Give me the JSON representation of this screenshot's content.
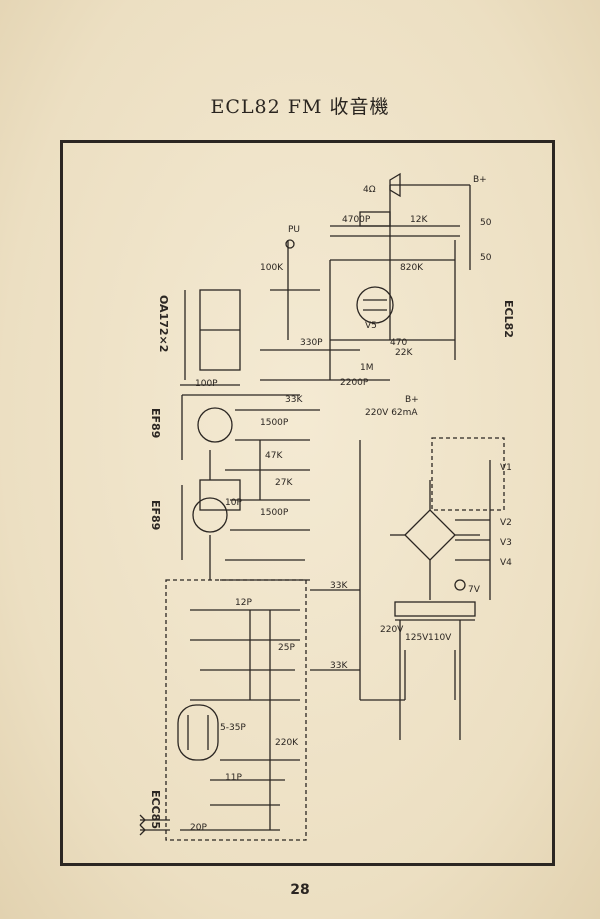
{
  "title": "ECL82 FM 收音機",
  "page_number": "28",
  "tubes": {
    "ecc85": "ECC85",
    "ef89_1": "EF89",
    "ef89_2": "EF89",
    "ecl82": "ECL82",
    "diodes": "OA172×2"
  },
  "labels": {
    "speaker_impedance": "4Ω",
    "b_plus_top": "B+",
    "b_plus_mid": "B+",
    "supply_note": "220V 62mA",
    "pu": "PU",
    "r_33k_1": "33K",
    "r_33k_2": "33K",
    "r_33k_3": "33K",
    "r_220k": "220K",
    "c_1500p_1": "1500P",
    "c_1500p_2": "1500P",
    "c_100p": "100P",
    "c_330p": "330P",
    "c_2200p": "2200P",
    "c_4700p": "4700P",
    "c_50": "50",
    "c_50b": "50",
    "r_100k": "100K",
    "r_12k": "12K",
    "r_820k": "820K",
    "r_470": "470",
    "r_1m": "1M",
    "r_22k": "22K",
    "r_27k": "27K",
    "r_47k": "47K",
    "c_10p": "10P",
    "c_12p": "12P",
    "c_25p": "25P",
    "c_5_35p": "5-35P",
    "c_11p": "11P",
    "c_20p": "20P",
    "v1": "V1",
    "v2": "V2",
    "v3": "V3",
    "v4": "V4",
    "v5": "V5",
    "mains_220": "220V",
    "mains_125": "125V",
    "mains_110": "110V",
    "pilot": "7V"
  }
}
